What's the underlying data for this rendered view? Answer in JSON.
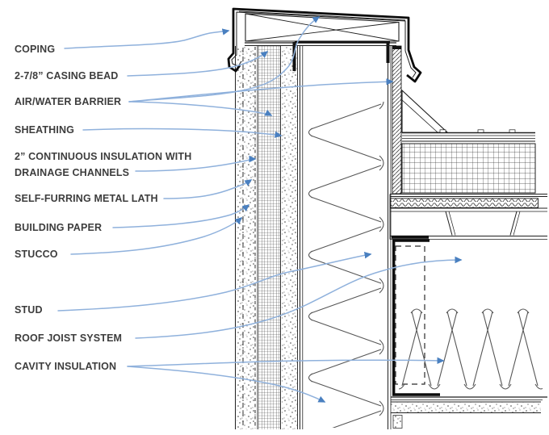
{
  "labels": [
    {
      "id": "coping",
      "text": "COPING"
    },
    {
      "id": "casing-bead",
      "text": "2-7/8” CASING BEAD"
    },
    {
      "id": "air-water-barrier",
      "text": "AIR/WATER BARRIER"
    },
    {
      "id": "sheathing",
      "text": "SHEATHING"
    },
    {
      "id": "continuous-insulation",
      "text": "2” CONTINUOUS INSULATION WITH DRAINAGE CHANNELS"
    },
    {
      "id": "self-furring-metal-lath",
      "text": "SELF-FURRING METAL LATH"
    },
    {
      "id": "building-paper",
      "text": "BUILDING PAPER"
    },
    {
      "id": "stucco",
      "text": "STUCCO"
    },
    {
      "id": "stud",
      "text": "STUD"
    },
    {
      "id": "roof-joist-system",
      "text": "ROOF JOIST SYSTEM"
    },
    {
      "id": "cavity-insulation",
      "text": "CAVITY INSULATION"
    }
  ],
  "colors": {
    "leader_line": "#8fb1dc",
    "arrowhead": "#4a80c0",
    "label_text": "#3d3d3d",
    "linework": "#1f1f1f",
    "background": "#ffffff"
  }
}
